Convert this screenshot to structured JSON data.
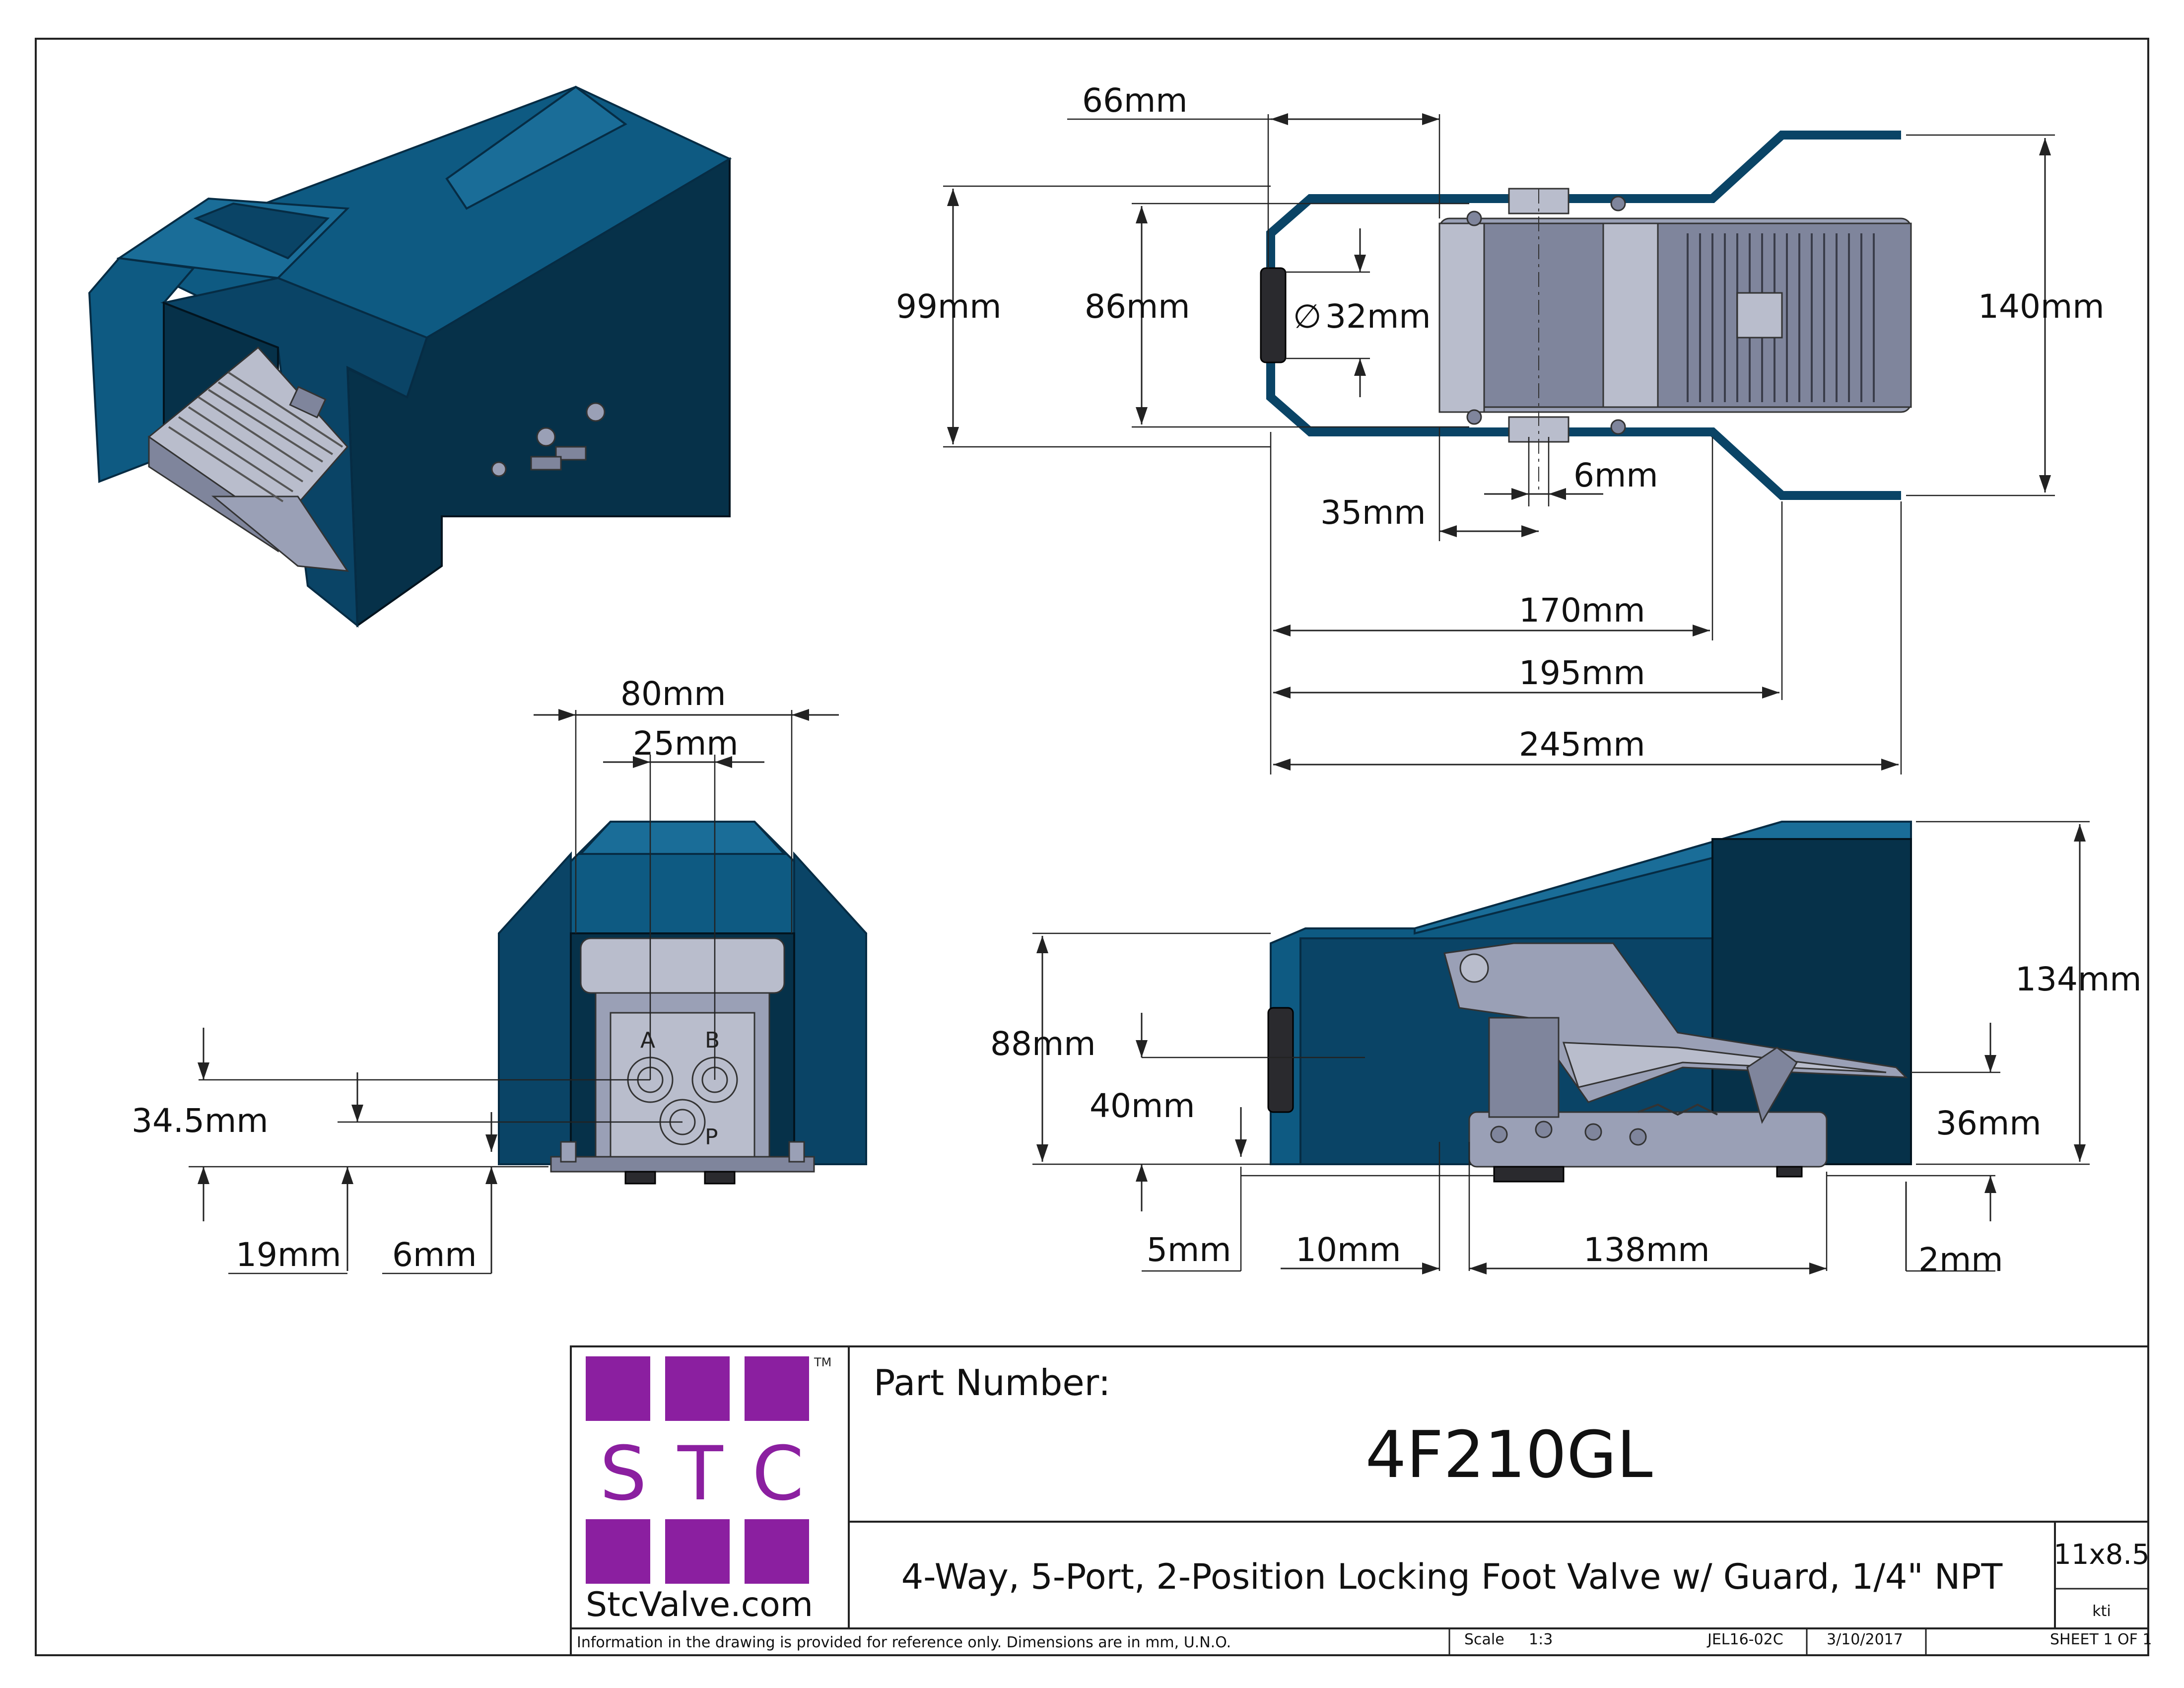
{
  "drawing": {
    "dimensions": {
      "top_width_66": "66mm",
      "top_99": "99mm",
      "top_86": "86mm",
      "top_dia": "32mm",
      "top_dia_symbol": "∅",
      "top_140": "140mm",
      "top_6": "6mm",
      "top_35": "35mm",
      "top_170": "170mm",
      "top_195": "195mm",
      "top_245": "245mm",
      "front_80": "80mm",
      "front_25": "25mm",
      "front_345": "34.5mm",
      "front_19": "19mm",
      "front_6": "6mm",
      "side_88": "88mm",
      "side_40": "40mm",
      "side_134": "134mm",
      "side_36": "36mm",
      "side_5": "5mm",
      "side_10": "10mm",
      "side_138": "138mm",
      "side_2": "2mm"
    },
    "port_labels": {
      "a": "A",
      "b": "B",
      "p": "P"
    }
  },
  "title_block": {
    "logo_letters": [
      "S",
      "T",
      "C"
    ],
    "logo_tm": "TM",
    "logo_site": "StcValve.com",
    "part_number_label": "Part Number:",
    "part_number": "4F210GL",
    "description": "4-Way, 5-Port, 2-Position Locking Foot Valve w/ Guard, 1/4\" NPT",
    "sheet_size": "11x8.5",
    "drawn_by": "kti",
    "disclaimer": "Information in the drawing is provided for reference only. Dimensions are in mm, U.N.O.",
    "scale_label": "Scale",
    "scale_value": "1:3",
    "drawing_number": "JEL16-02C",
    "date": "3/10/2017",
    "sheet": "SHEET 1 OF 1"
  },
  "colors": {
    "guard_blue": "#0e5a82",
    "valve_grey": "#9aa0b6",
    "logo_purple": "#8b1fa0"
  }
}
